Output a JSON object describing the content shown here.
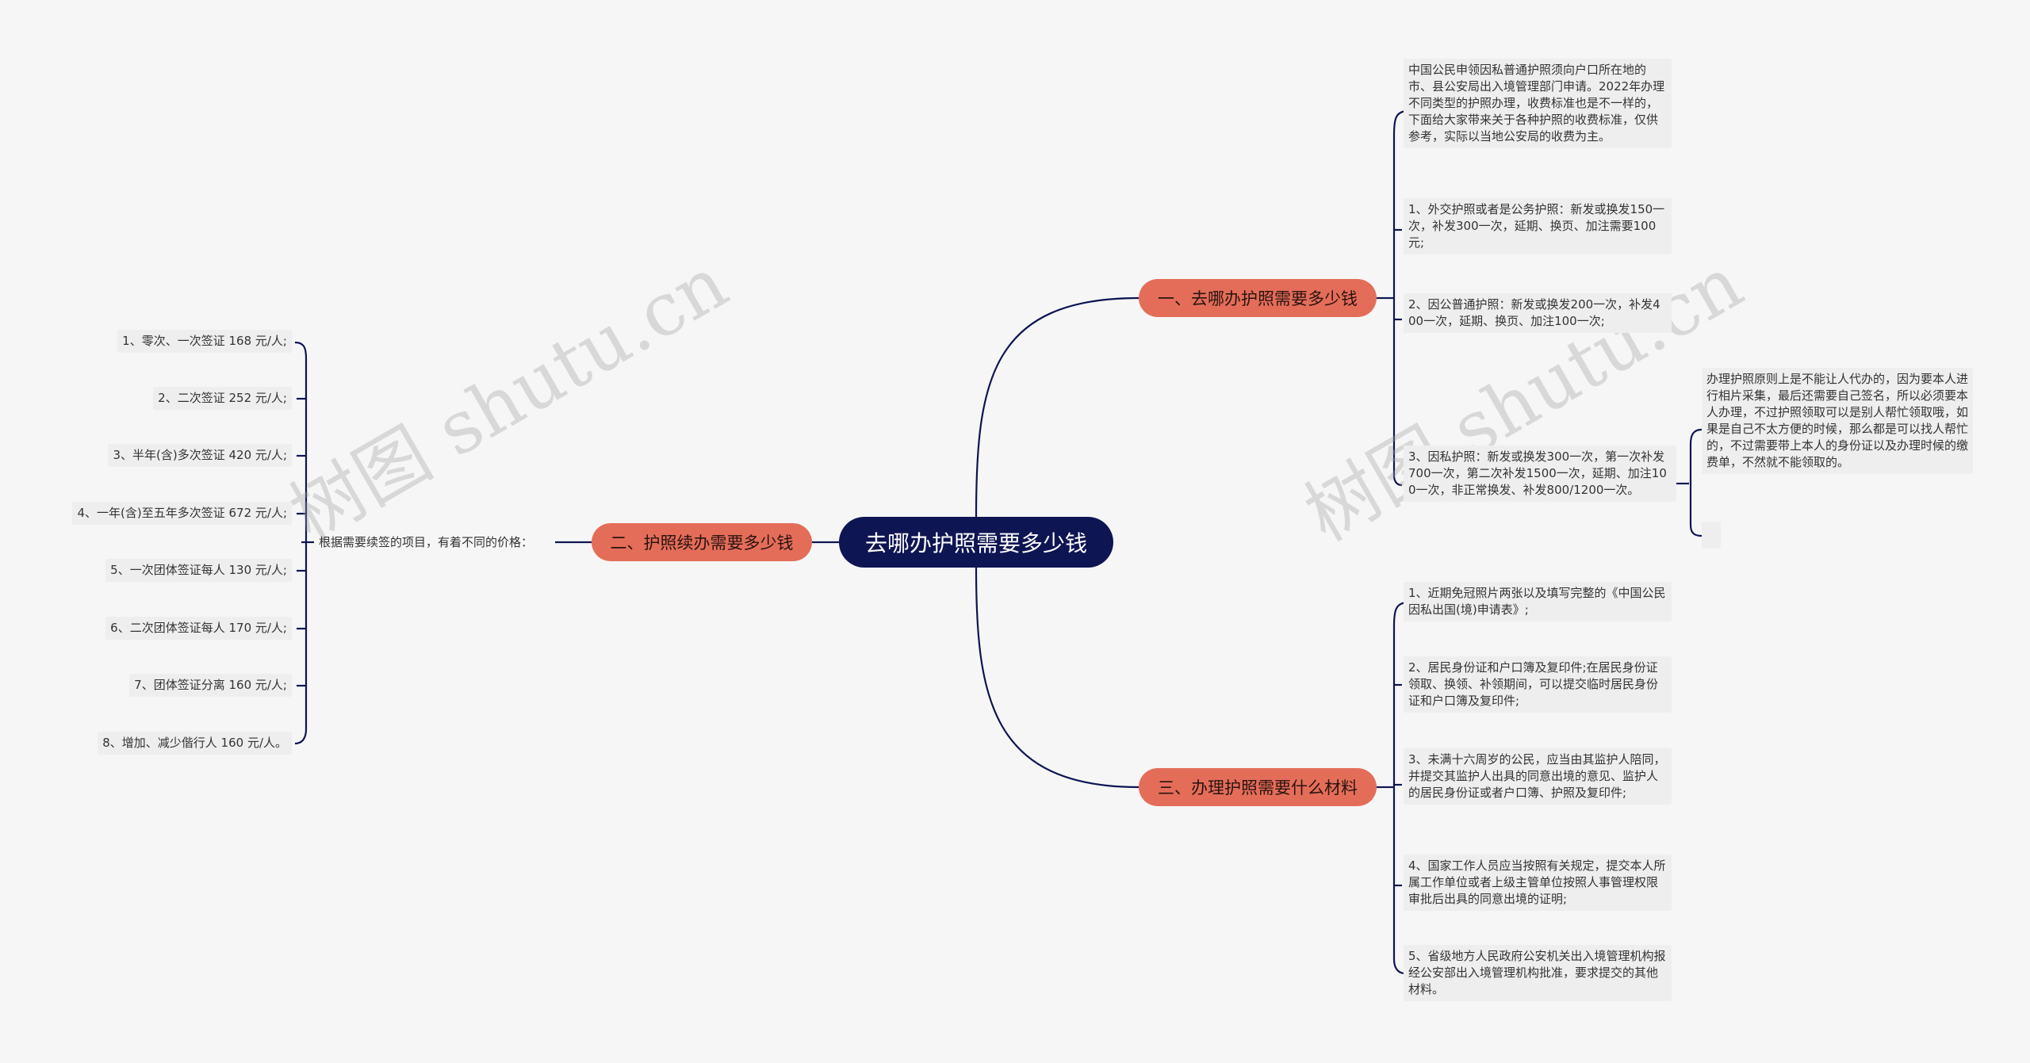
{
  "root": {
    "title": "去哪办护照需要多少钱"
  },
  "branches": [
    {
      "title": "一、去哪办护照需要多少钱",
      "children": [
        "中国公民申领因私普通护照须向户口所在地的市、县公安局出入境管理部门申请。2022年办理不同类型的护照办理，收费标准也是不一样的，下面给大家带来关于各种护照的收费标准，仅供参考，实际以当地公安局的收费为主。",
        "1、外交护照或者是公务护照：新发或换发150一次，补发300一次，延期、换页、加注需要100元;",
        "2、因公普通护照：新发或换发200一次，补发400一次，延期、换页、加注100一次;",
        "3、因私护照：新发或换发300一次，第一次补发700一次，第二次补发1500一次，延期、加注100一次，非正常换发、补发800/1200一次。"
      ],
      "sub": [
        "办理护照原则上是不能让人代办的，因为要本人进行相片采集，最后还需要自己签名，所以必须要本人办理，不过护照领取可以是别人帮忙领取哦，如果是自己不太方便的时候，那么都是可以找人帮忙的，不过需要带上本人的身份证以及办理时候的缴费单，不然就不能领取的。",
        ""
      ]
    },
    {
      "title": "二、护照续办需要多少钱",
      "intro": "根据需要续签的项目，有着不同的价格：",
      "children": [
        "1、零次、一次签证 168 元/人;",
        "2、二次签证 252 元/人;",
        "3、半年(含)多次签证 420 元/人;",
        "4、一年(含)至五年多次签证 672 元/人;",
        "5、一次团体签证每人 130 元/人;",
        "6、二次团体签证每人 170 元/人;",
        "7、团体签证分离 160 元/人;",
        "8、增加、减少偕行人 160 元/人。"
      ]
    },
    {
      "title": "三、办理护照需要什么材料",
      "children": [
        "1、近期免冠照片两张以及填写完整的《中国公民因私出国(境)申请表》;",
        "2、居民身份证和户口簿及复印件;在居民身份证领取、换领、补领期间，可以提交临时居民身份证和户口簿及复印件;",
        "3、未满十六周岁的公民，应当由其监护人陪同，并提交其监护人出具的同意出境的意见、监护人的居民身份证或者户口簿、护照及复印件;",
        "4、国家工作人员应当按照有关规定，提交本人所属工作单位或者上级主管单位按照人事管理权限审批后出具的同意出境的证明;",
        "5、省级地方人民政府公安机关出入境管理机构报经公安部出入境管理机构批准，要求提交的其他材料。"
      ]
    }
  ],
  "watermarks": [
    "树图 shutu.cn",
    "树图 shutu.cn"
  ],
  "colors": {
    "root": "#0e1553",
    "branch": "#e46d59",
    "leaf_bg": "#eeeeee",
    "line": "#0e1553",
    "background": "#f6f6f6"
  }
}
